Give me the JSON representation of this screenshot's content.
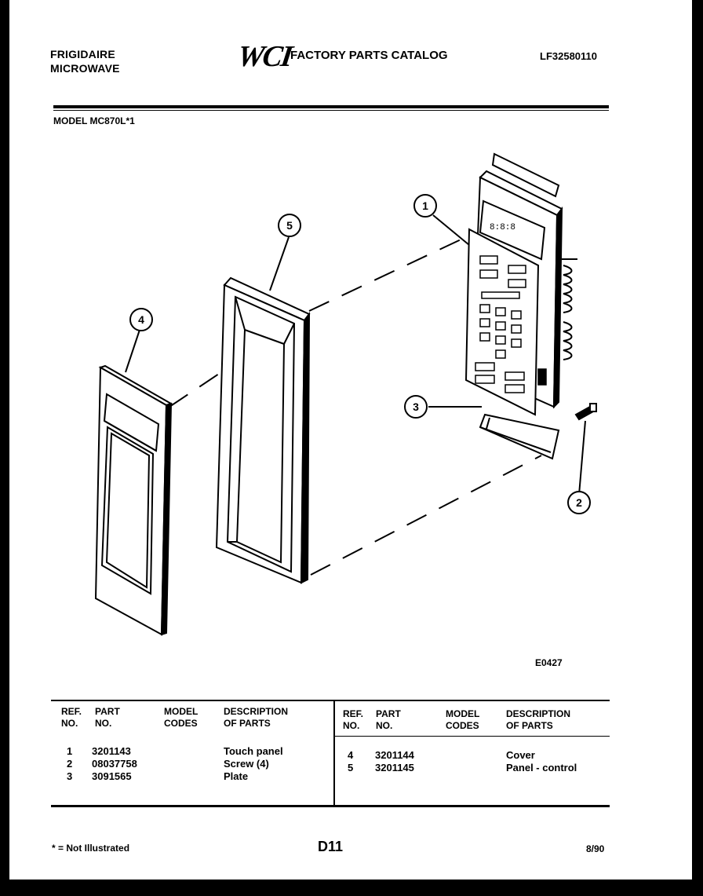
{
  "header": {
    "brand": "FRIGIDAIRE",
    "product": "MICROWAVE",
    "logo": "WCI",
    "catalog_title": "FACTORY PARTS CATALOG",
    "document_number": "LF32580110"
  },
  "model_line": "MODEL MC870L*1",
  "figure_id": "E0427",
  "callouts": [
    "1",
    "2",
    "3",
    "4",
    "5"
  ],
  "table": {
    "headers": {
      "ref_no": [
        "REF.",
        "NO."
      ],
      "part_no": [
        "PART",
        "NO."
      ],
      "model_codes": [
        "MODEL",
        "CODES"
      ],
      "description": [
        "DESCRIPTION",
        "OF PARTS"
      ]
    },
    "left_rows": [
      {
        "ref": "1",
        "part": "3201143",
        "desc": "Touch panel"
      },
      {
        "ref": "2",
        "part": "08037758",
        "desc": "Screw (4)"
      },
      {
        "ref": "3",
        "part": "3091565",
        "desc": "Plate"
      }
    ],
    "right_rows": [
      {
        "ref": "4",
        "part": "3201144",
        "desc": "Cover"
      },
      {
        "ref": "5",
        "part": "3201145",
        "desc": "Panel - control"
      }
    ]
  },
  "footer": {
    "footnote": "* = Not Illustrated",
    "page_code": "D11",
    "date": "8/90"
  }
}
